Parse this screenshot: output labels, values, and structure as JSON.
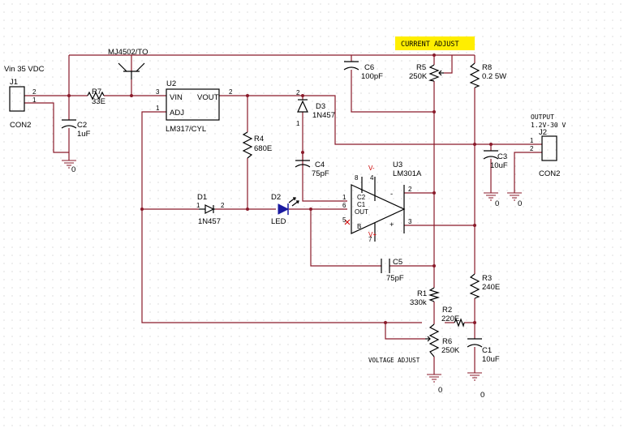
{
  "colors": {
    "wire": "#8a1a2a",
    "component": "#000000",
    "highlight": "#ffee00",
    "led": "#1a1aa0"
  },
  "labels": {
    "vin": "Vin 35 VDC",
    "j1_ref": "J1",
    "j1_type": "CON2",
    "j1_p2": "2",
    "j1_p1": "1",
    "j2_ref": "J2",
    "j2_type": "CON2",
    "j2_p1": "1",
    "j2_p2": "2",
    "output1": "OUTPUT",
    "output2": "1.2V-30 V",
    "q_ref": "MJ4502/TO",
    "r7_ref": "R7",
    "r7_val": "33E",
    "u2_ref": "U2",
    "u2_vin": "VIN",
    "u2_vout": "VOUT",
    "u2_adj": "ADJ",
    "u2_type": "LM317/CYL",
    "u2_p3": "3",
    "u2_p2": "2",
    "u2_p1": "1",
    "c2_ref": "C2",
    "c2_val": "1uF",
    "c6_ref": "C6",
    "c6_val": "100pF",
    "r5_ref": "R5",
    "r5_val": "250K",
    "r8_ref": "R8",
    "r8_val": "0.2 5W",
    "current_adjust": "CURRENT ADJUST",
    "d3_ref": "D3",
    "d3_val": "1N457",
    "r4_ref": "R4",
    "r4_val": "680E",
    "c4_ref": "C4",
    "c4_val": "75pF",
    "c3_ref": "C3",
    "c3_val": "10uF",
    "u3_ref": "U3",
    "u3_type": "LM301A",
    "u3_c2": "C2",
    "u3_c1": "C1",
    "u3_out": "OUT",
    "u3_b": "B",
    "u3_minus": "-",
    "u3_plus": "+",
    "u3_p8": "8",
    "u3_p4": "4",
    "u3_p1": "1",
    "u3_p6": "6",
    "u3_p5": "5",
    "u3_p7": "7",
    "u3_p2": "2",
    "u3_p3": "3",
    "u3_vneg": "V-",
    "u3_vpos": "V+",
    "d1_ref": "D1",
    "d1_val": "1N457",
    "d1_p1": "1",
    "d1_p2": "2",
    "d2_ref": "D2",
    "d2_val": "LED",
    "c5_ref": "C5",
    "c5_val": "75pF",
    "r3_ref": "R3",
    "r3_val": "240E",
    "r1_ref": "R1",
    "r1_val": "330k",
    "r2_ref": "R2",
    "r2_val": "220E",
    "r6_ref": "R6",
    "r6_val": "250K",
    "c1_ref": "C1",
    "c1_val": "10uF",
    "voltage_adjust": "VOLTAGE ADJUST",
    "gnd": "0",
    "pin1": "1",
    "pin2": "2"
  }
}
